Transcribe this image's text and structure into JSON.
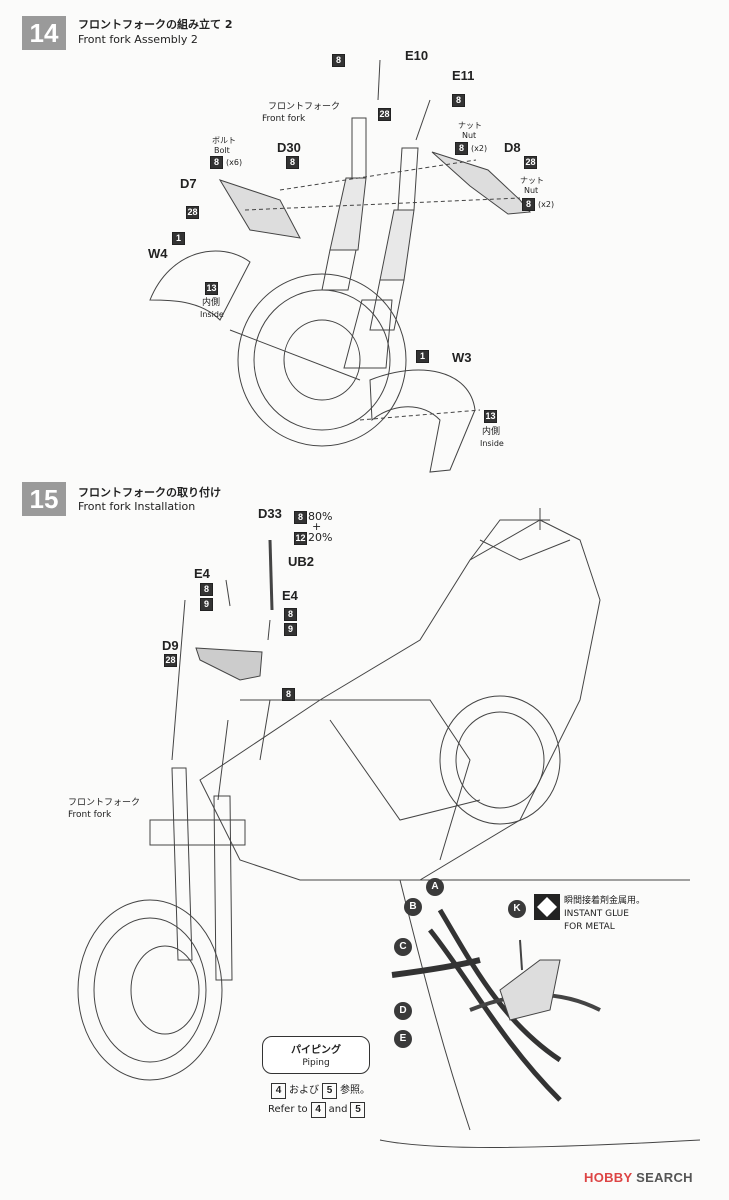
{
  "step14": {
    "number": "14",
    "title_jp": "フロントフォークの組み立て 2",
    "title_en": "Front fork Assembly 2",
    "parts": {
      "e10": "E10",
      "e11": "E11",
      "d30": "D30",
      "d8": "D8",
      "d7": "D7",
      "w4": "W4",
      "w3": "W3"
    },
    "front_fork_jp": "フロントフォーク",
    "front_fork_en": "Front fork",
    "bolt_jp": "ボルト",
    "bolt_en": "Bolt",
    "bolt_qty": "(x6)",
    "nut_jp": "ナット",
    "nut_en": "Nut",
    "nut_qty": "(x2)",
    "inside_jp": "内側",
    "inside_en": "Inside",
    "colors": {
      "c8": "8",
      "c28": "28",
      "c1": "1",
      "c13": "13"
    }
  },
  "step15": {
    "number": "15",
    "title_jp": "フロントフォークの取り付け",
    "title_en": "Front fork Installation",
    "parts": {
      "d33": "D33",
      "ub2": "UB2",
      "e4": "E4",
      "d9": "D9"
    },
    "mix_pct_8": "80%",
    "mix_plus": "+",
    "mix_pct_12": "20%",
    "colors": {
      "c8": "8",
      "c9": "9",
      "c12": "12",
      "c28": "28"
    },
    "front_fork_jp": "フロントフォーク",
    "front_fork_en": "Front fork",
    "piping_jp": "パイピング",
    "piping_en": "Piping",
    "ref_jp_a": "4",
    "ref_jp_and": "および",
    "ref_jp_b": "5",
    "ref_jp_tail": "参照。",
    "ref_en_head": "Refer to",
    "ref_en_a": "4",
    "ref_en_and": "and",
    "ref_en_b": "5",
    "glue_jp": "瞬間接着剤金属用。",
    "glue_en_1": "INSTANT GLUE",
    "glue_en_2": "FOR METAL",
    "callouts": [
      "A",
      "B",
      "C",
      "D",
      "E",
      "K"
    ]
  },
  "watermark": {
    "brand_a": "HOBBY",
    "brand_b": "SEARCH"
  }
}
